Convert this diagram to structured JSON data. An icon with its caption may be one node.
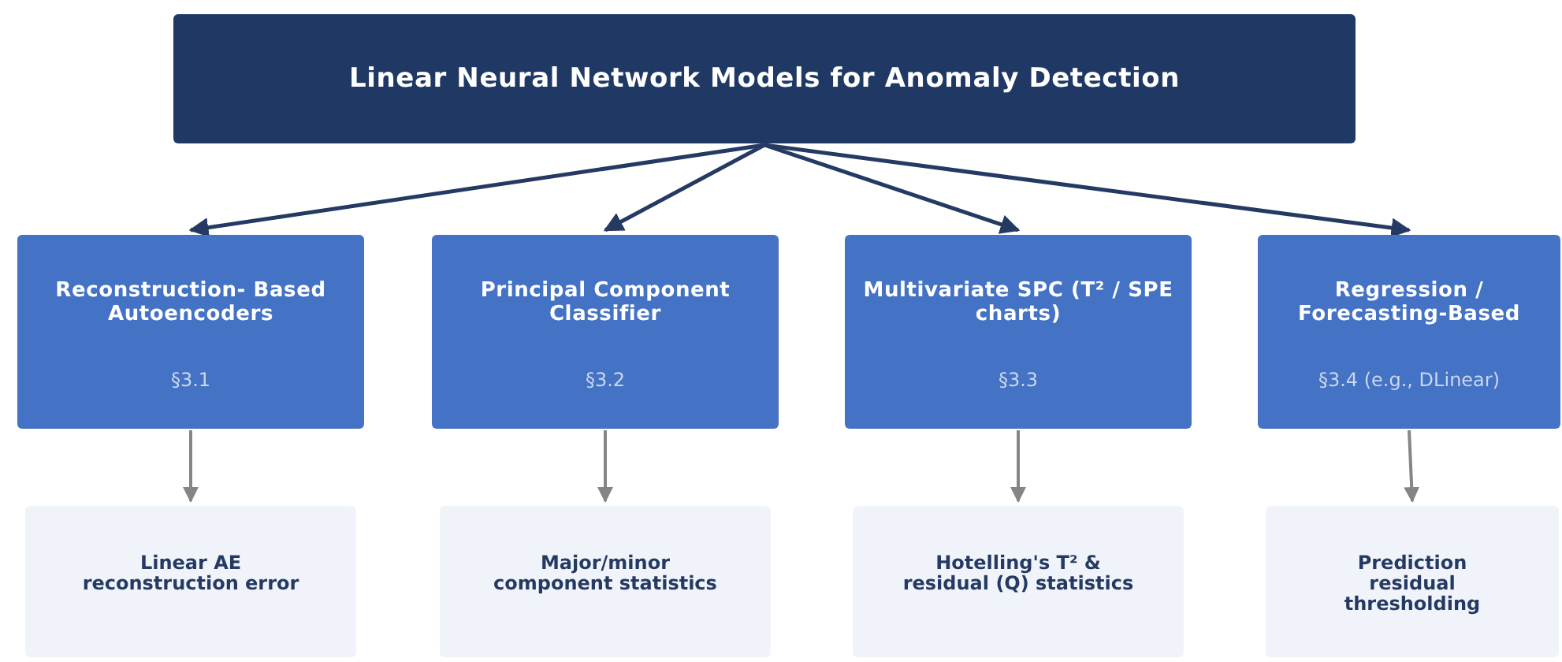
{
  "diagram": {
    "nodes": [
      {
        "text": [
          "Linear Neural Network Models for Anomaly Detection"
        ]
      },
      {
        "text": [
          "Reconstruction- Based Autoencoders",
          "§3.1"
        ]
      },
      {
        "text": [
          "Principal Component Classifier",
          "§3.2"
        ]
      },
      {
        "text": [
          "Multivariate SPC (T² / SPE charts)",
          "§3.3"
        ]
      },
      {
        "text": [
          "Regression / Forecasting-Based",
          "§3.4 (e.g., DLinear)"
        ]
      },
      {
        "text": [
          "Linear AE reconstruction error"
        ]
      },
      {
        "text": [
          "Major/minor component statistics"
        ]
      },
      {
        "text": [
          "Hotelling's T² & residual (Q) statistics"
        ]
      },
      {
        "text": [
          "Prediction residual thresholding"
        ]
      }
    ],
    "edges": [
      {
        "from": 0,
        "to": 1,
        "arrow": "to",
        "color": "#253a63"
      },
      {
        "from": 0,
        "to": 2,
        "arrow": "to",
        "color": "#253a63"
      },
      {
        "from": 0,
        "to": 3,
        "arrow": "to",
        "color": "#253a63"
      },
      {
        "from": 0,
        "to": 4,
        "arrow": "to",
        "color": "#253a63"
      },
      {
        "from": 1,
        "to": 5,
        "arrow": "to",
        "color": "#858585"
      },
      {
        "from": 2,
        "to": 6,
        "arrow": "to",
        "color": "#858585"
      },
      {
        "from": 3,
        "to": 7,
        "arrow": "to",
        "color": "#858585"
      },
      {
        "from": 4,
        "to": 8,
        "arrow": "to",
        "color": "#858585"
      }
    ]
  }
}
